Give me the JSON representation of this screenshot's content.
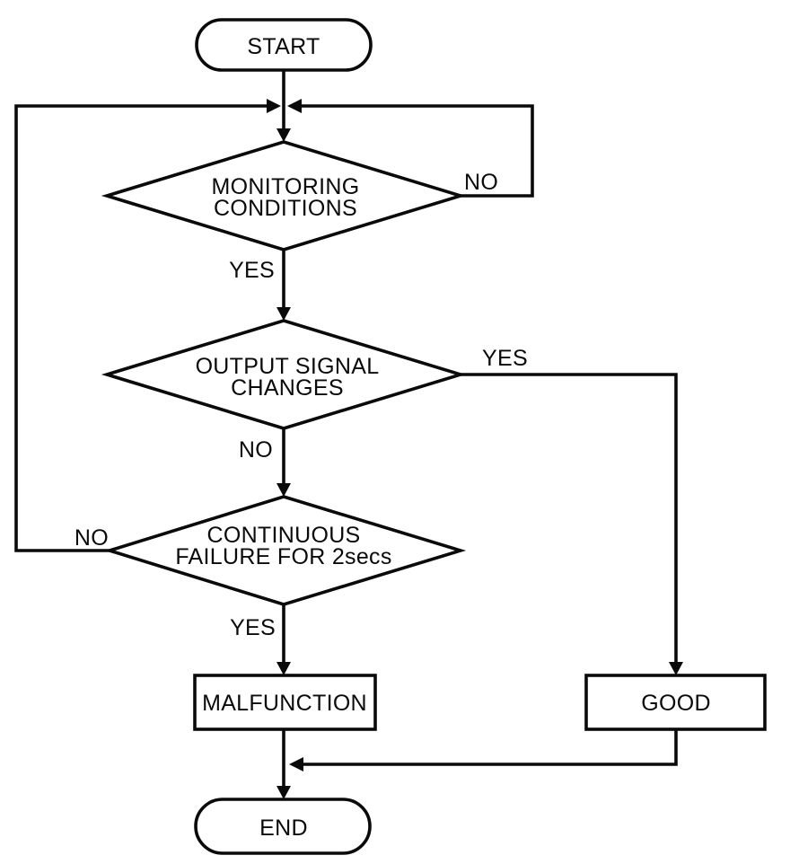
{
  "diagram": {
    "type": "flowchart",
    "colors": {
      "background": "#ffffff",
      "stroke": "#0a0a0a",
      "text": "#0a0a0a"
    },
    "nodes": {
      "start": {
        "type": "terminator",
        "label": "START"
      },
      "monitoring_conditions": {
        "type": "decision",
        "label_line1": "MONITORING",
        "label_line2": "CONDITIONS"
      },
      "output_signal_changes": {
        "type": "decision",
        "label_line1": "OUTPUT SIGNAL",
        "label_line2": "CHANGES"
      },
      "continuous_failure": {
        "type": "decision",
        "label_line1": "CONTINUOUS",
        "label_line2": "FAILURE FOR 2secs"
      },
      "malfunction": {
        "type": "process",
        "label": "MALFUNCTION"
      },
      "good": {
        "type": "process",
        "label": "GOOD"
      },
      "end": {
        "type": "terminator",
        "label": "END"
      }
    },
    "edges": {
      "monitoring_no": {
        "label": "NO",
        "from": "monitoring_conditions",
        "to": "junction"
      },
      "monitoring_yes": {
        "label": "YES",
        "from": "monitoring_conditions",
        "to": "output_signal_changes"
      },
      "output_yes": {
        "label": "YES",
        "from": "output_signal_changes",
        "to": "good"
      },
      "output_no": {
        "label": "NO",
        "from": "output_signal_changes",
        "to": "continuous_failure"
      },
      "continuous_no": {
        "label": "NO",
        "from": "continuous_failure",
        "to": "junction"
      },
      "continuous_yes": {
        "label": "YES",
        "from": "continuous_failure",
        "to": "malfunction"
      }
    }
  }
}
